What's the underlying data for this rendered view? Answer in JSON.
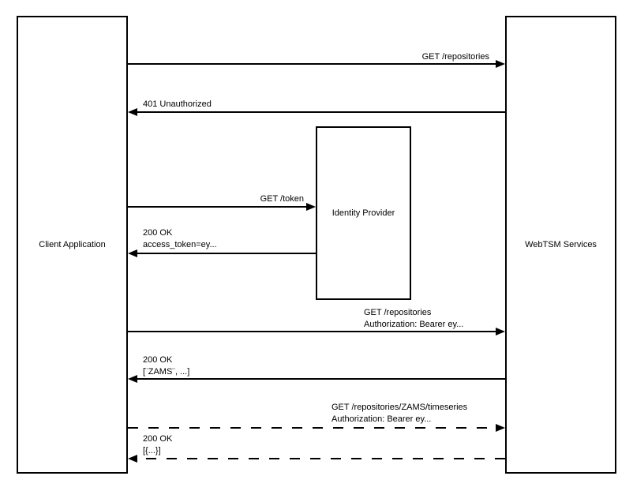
{
  "diagram": {
    "type": "sequence-diagram",
    "background_color": "#ffffff",
    "stroke_color": "#000000",
    "actors": {
      "client": "Client Application",
      "idp": "Identity Provider",
      "server": "WebTSM Services"
    },
    "messages": [
      {
        "from": "client",
        "to": "server",
        "style": "solid",
        "direction": "right",
        "lines": [
          "GET /repositories"
        ]
      },
      {
        "from": "server",
        "to": "client",
        "style": "solid",
        "direction": "left",
        "lines": [
          "401 Unauthorized"
        ]
      },
      {
        "from": "client",
        "to": "idp",
        "style": "solid",
        "direction": "right",
        "lines": [
          "GET /token"
        ]
      },
      {
        "from": "idp",
        "to": "client",
        "style": "solid",
        "direction": "left",
        "lines": [
          "200 OK",
          "access_token=ey..."
        ]
      },
      {
        "from": "client",
        "to": "server",
        "style": "solid",
        "direction": "right",
        "lines": [
          "GET /repositories",
          "Authorization: Bearer ey..."
        ]
      },
      {
        "from": "server",
        "to": "client",
        "style": "solid",
        "direction": "left",
        "lines": [
          "200 OK",
          "[¨ZAMS¨, ...]"
        ]
      },
      {
        "from": "client",
        "to": "server",
        "style": "dashed",
        "direction": "right",
        "lines": [
          "GET /repositories/ZAMS/timeseries",
          "Authorization: Bearer ey..."
        ]
      },
      {
        "from": "server",
        "to": "client",
        "style": "dashed",
        "direction": "left",
        "lines": [
          "200 OK",
          "[{...}]"
        ]
      }
    ]
  }
}
